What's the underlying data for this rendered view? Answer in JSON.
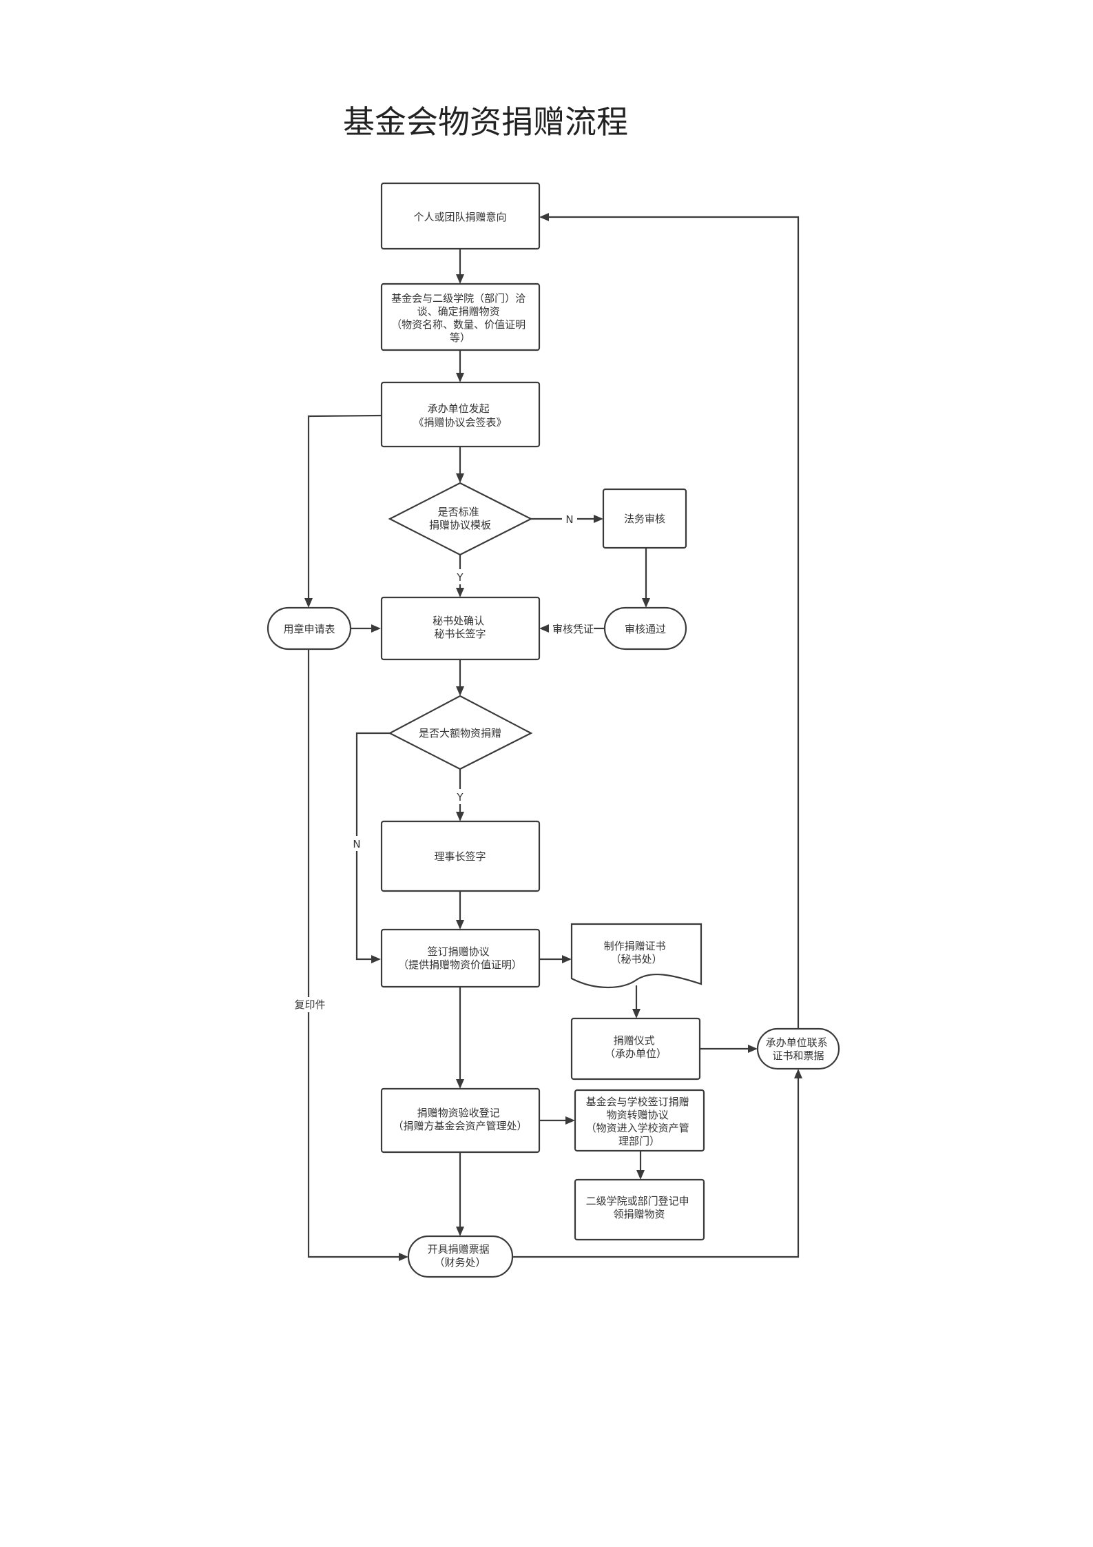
{
  "title": "基金会物资捐赠流程",
  "nodes": {
    "intent": {
      "lines": [
        "个人或团队捐赠意向"
      ]
    },
    "negotiate": {
      "lines": [
        "基金会与二级学院（部门）洽",
        "谈、确定捐赠物资",
        "（物资名称、数量、价值证明",
        "等）"
      ]
    },
    "initiate": {
      "lines": [
        "承办单位发起",
        "《捐赠协议会签表》"
      ]
    },
    "standard": {
      "lines": [
        "是否标准",
        "捐赠协议模板"
      ]
    },
    "legal": {
      "lines": [
        "法务审核"
      ]
    },
    "approved": {
      "lines": [
        "审核通过"
      ]
    },
    "seal": {
      "lines": [
        "用章申请表"
      ]
    },
    "secretary": {
      "lines": [
        "秘书处确认",
        "秘书长签字"
      ]
    },
    "large": {
      "lines": [
        "是否大额物资捐赠"
      ]
    },
    "chairman": {
      "lines": [
        "理事长签字"
      ]
    },
    "sign": {
      "lines": [
        "签订捐赠协议",
        "（提供捐赠物资价值证明）"
      ]
    },
    "cert": {
      "lines": [
        "制作捐赠证书",
        "（秘书处）"
      ]
    },
    "ceremony": {
      "lines": [
        "捐赠仪式",
        "（承办单位）"
      ]
    },
    "contact": {
      "lines": [
        "承办单位联系",
        "证书和票据"
      ]
    },
    "register": {
      "lines": [
        "捐赠物资验收登记",
        "（捐赠方基金会资产管理处）"
      ]
    },
    "transfer": {
      "lines": [
        "基金会与学校签订捐赠",
        "物资转赠协议",
        "（物资进入学校资产管",
        "理部门）"
      ]
    },
    "apply": {
      "lines": [
        "二级学院或部门登记申",
        "领捐赠物资"
      ]
    },
    "receipt": {
      "lines": [
        "开具捐赠票据",
        "（财务处）"
      ]
    }
  },
  "edge_labels": {
    "standard_no": "N",
    "standard_yes": "Y",
    "audit_voucher": "审核凭证",
    "large_yes": "Y",
    "large_no": "N",
    "copy": "复印件"
  }
}
